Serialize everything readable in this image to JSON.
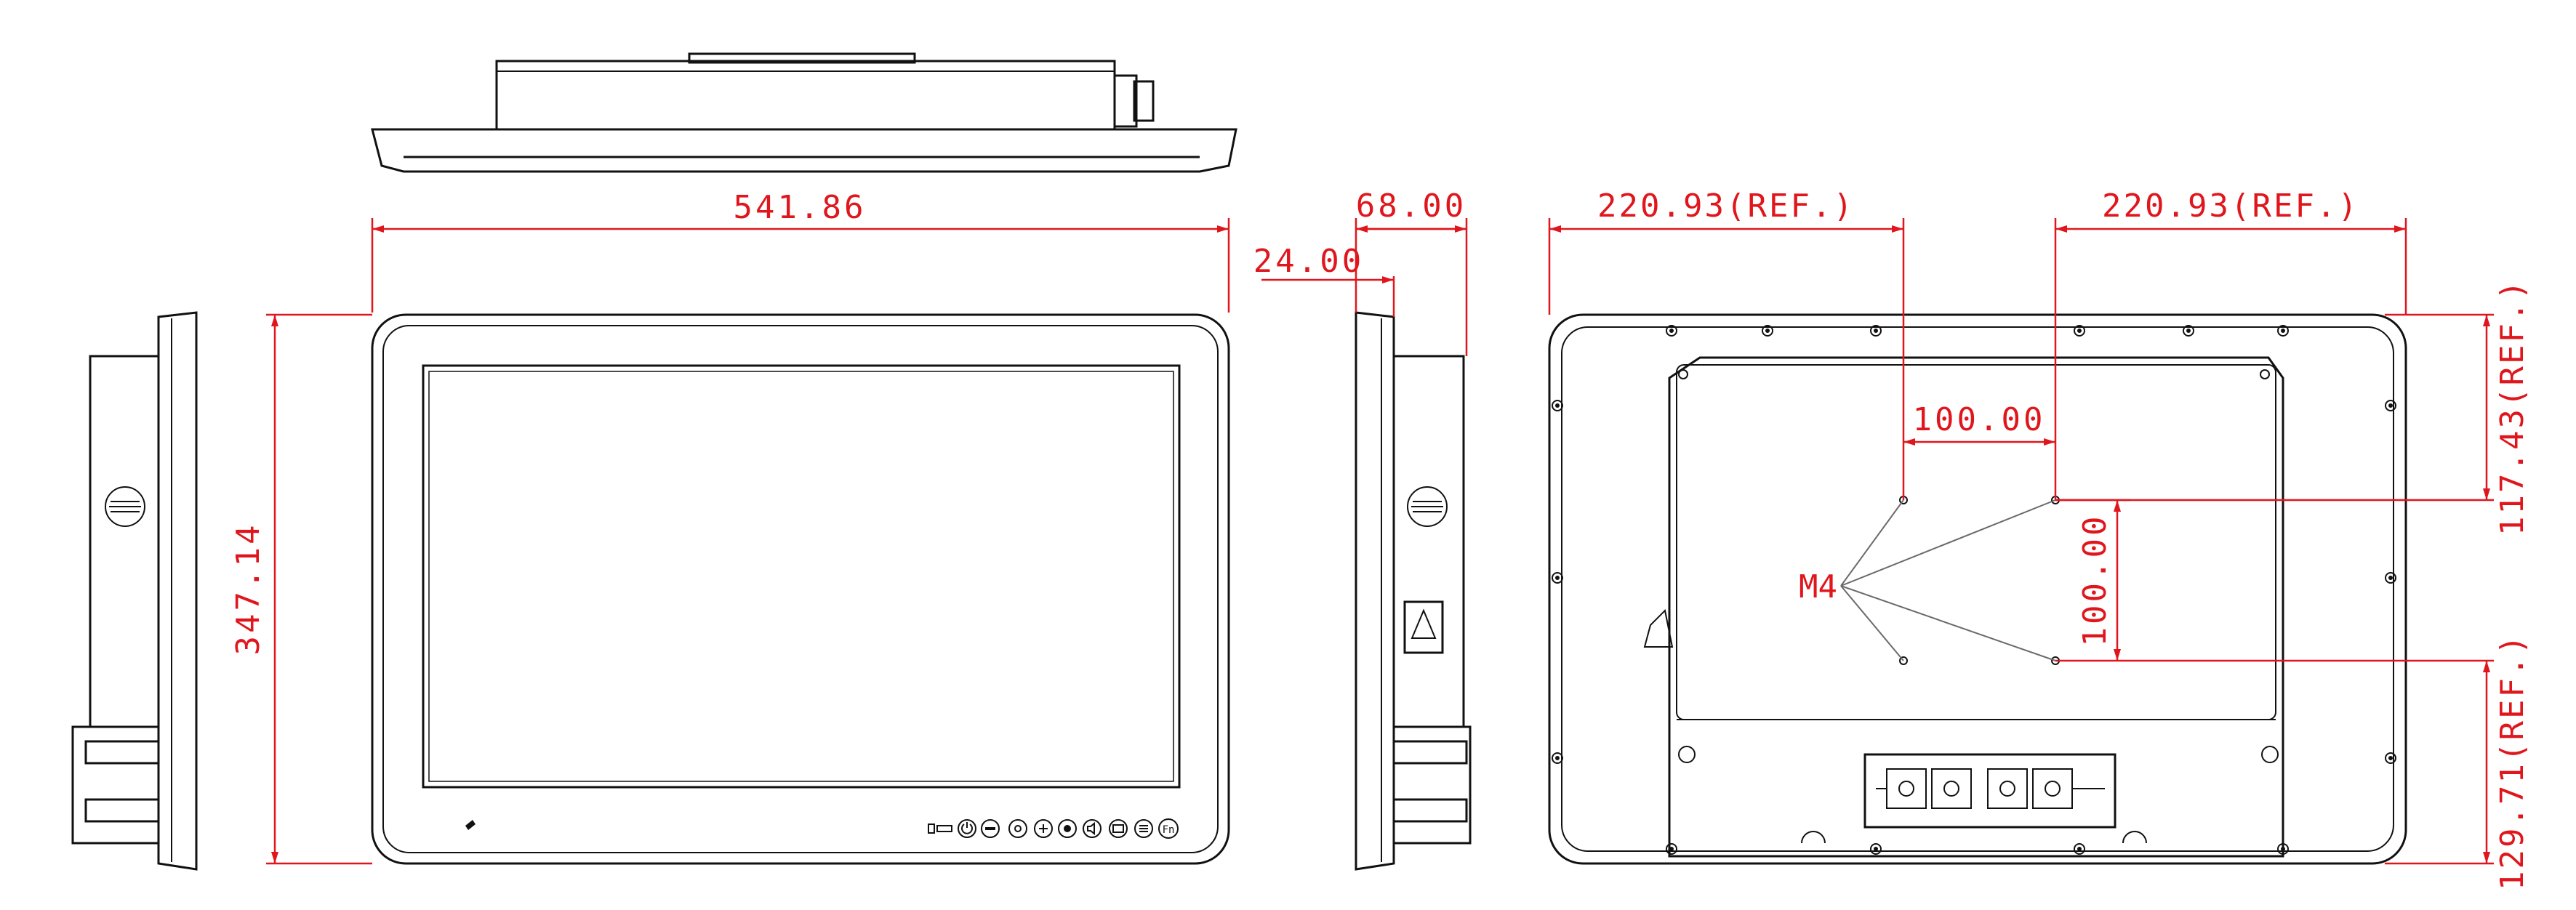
{
  "dimensions": {
    "width_total": "541.86",
    "height_total": "347.14",
    "depth_total": "68.00",
    "bezel_depth": "24.00",
    "mount_left_ref": "220.93(REF.)",
    "mount_right_ref": "220.93(REF.)",
    "vesa_horizontal": "100.00",
    "vesa_vertical": "100.00",
    "top_offset_ref": "117.43(REF.)",
    "bottom_offset_ref": "129.71(REF.)"
  },
  "callouts": {
    "screw": "M4"
  },
  "front_panel": {
    "buttons": [
      "power",
      "minus",
      "brightness",
      "plus",
      "source",
      "volume",
      "picture",
      "menu",
      "fn"
    ],
    "fn_label": "Fn"
  },
  "colors": {
    "dimension": "#e0161d",
    "outline": "#111111",
    "leader": "#6a6a6a"
  }
}
